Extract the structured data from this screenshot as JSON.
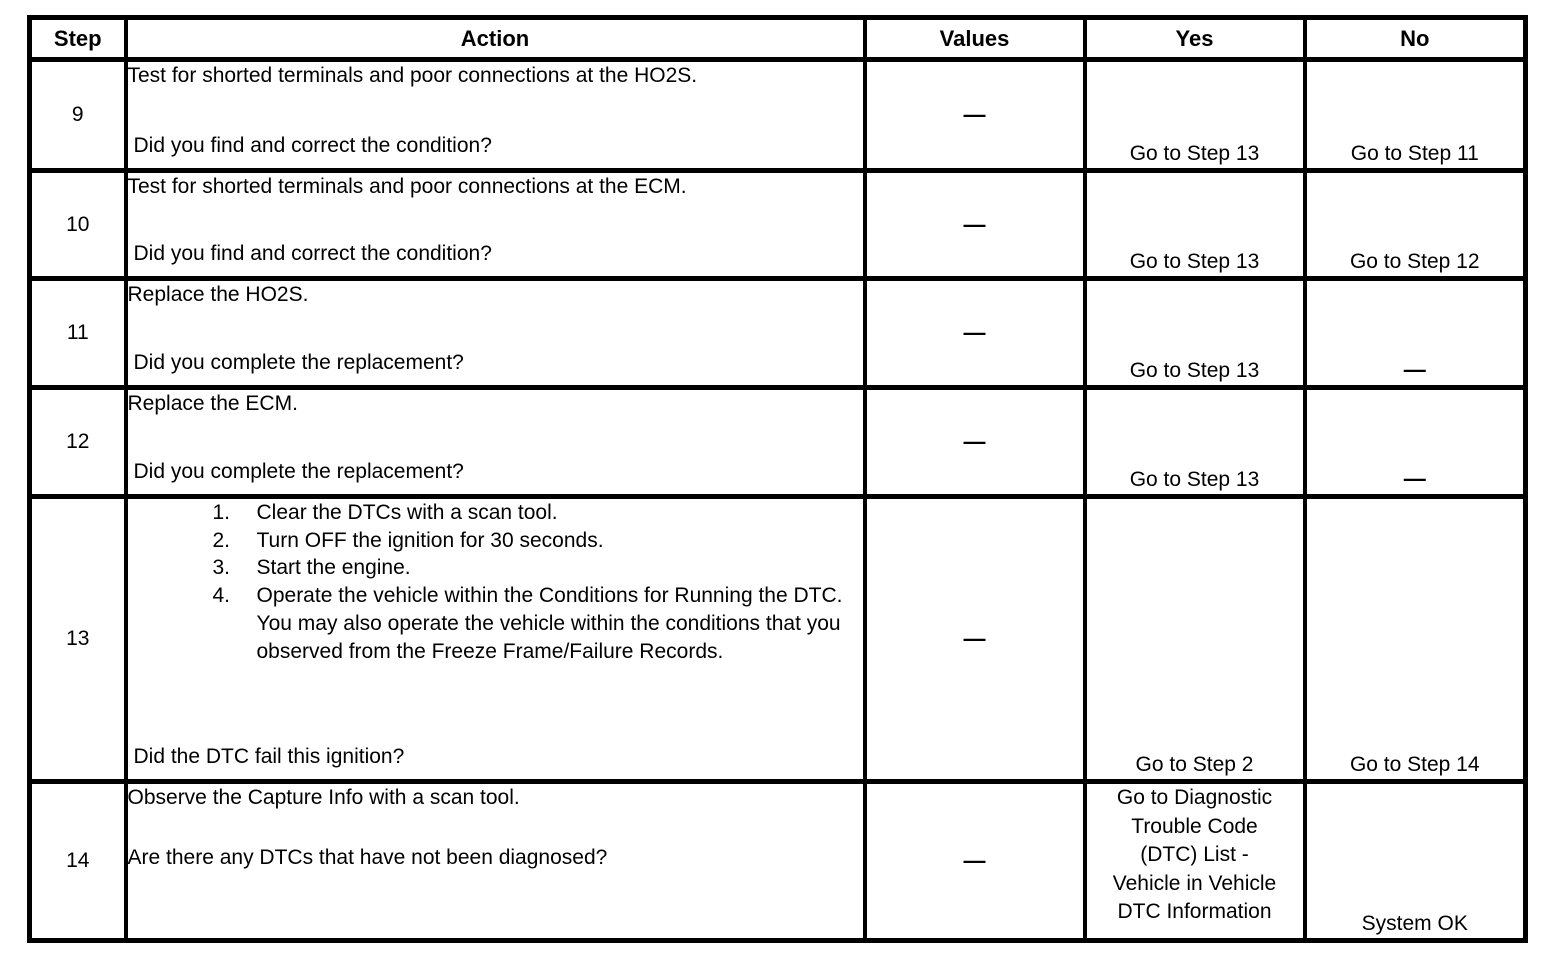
{
  "table": {
    "headers": {
      "step": "Step",
      "action": "Action",
      "values": "Values",
      "yes": "Yes",
      "no": "No"
    },
    "rows": [
      {
        "step": "9",
        "action_main": "Test for shorted terminals and poor connections at the HO2S.",
        "action_question": "Did you find and correct the condition?",
        "values": "—",
        "yes": "Go to Step 13",
        "no": "Go to Step 11"
      },
      {
        "step": "10",
        "action_main": "Test for shorted terminals and poor connections at the ECM.",
        "action_question": "Did you find and correct the condition?",
        "values": "—",
        "yes": "Go to Step 13",
        "no": "Go to Step 12"
      },
      {
        "step": "11",
        "action_main": "Replace the HO2S.",
        "action_question": "Did you complete the replacement?",
        "values": "—",
        "yes": "Go to Step 13",
        "no": "—"
      },
      {
        "step": "12",
        "action_main": "Replace the ECM.",
        "action_question": "Did you complete the replacement?",
        "values": "—",
        "yes": "Go to Step 13",
        "no": "—"
      },
      {
        "step": "13",
        "action_list": [
          {
            "n": "1.",
            "text": "Clear the DTCs with a scan tool."
          },
          {
            "n": "2.",
            "text": "Turn OFF the ignition for 30 seconds."
          },
          {
            "n": "3.",
            "text": "Start the engine."
          },
          {
            "n": "4.",
            "text": "Operate the vehicle within the Conditions for Running the DTC. You may also operate the vehicle within the conditions that you observed from the Freeze Frame/Failure Records."
          }
        ],
        "action_question": "Did the DTC fail this ignition?",
        "values": "—",
        "yes": "Go to Step 2",
        "no": "Go to Step 14"
      },
      {
        "step": "14",
        "action_main": "Observe the Capture Info with a scan tool.",
        "action_question": "Are there any DTCs that have not been diagnosed?",
        "values": "—",
        "yes_lines": [
          "Go to Diagnostic",
          "Trouble Code",
          "(DTC) List -",
          "Vehicle in Vehicle",
          "DTC Information"
        ],
        "no": "System OK"
      }
    ]
  }
}
